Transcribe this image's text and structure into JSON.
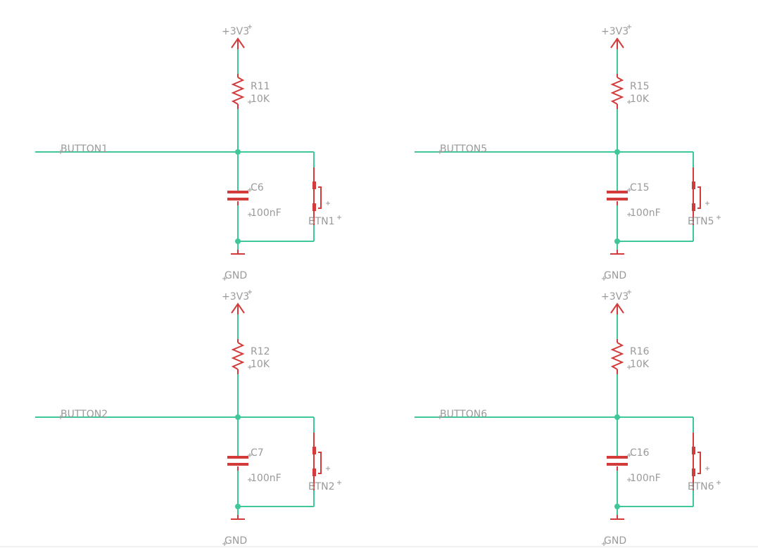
{
  "colors": {
    "wire": "#3ec79a",
    "part": "#d33a3a",
    "text": "#9a9a9a",
    "background": "#ffffff"
  },
  "blocks": [
    {
      "net": "BUTTON1",
      "supply": "+3V3",
      "resistor": "R11",
      "resistor_value": "10K",
      "capacitor": "C6",
      "capacitor_value": "100nF",
      "button": "BTN1",
      "ground": "GND"
    },
    {
      "net": "BUTTON5",
      "supply": "+3V3",
      "resistor": "R15",
      "resistor_value": "10K",
      "capacitor": "C15",
      "capacitor_value": "100nF",
      "button": "BTN5",
      "ground": "GND"
    },
    {
      "net": "BUTTON2",
      "supply": "+3V3",
      "resistor": "R12",
      "resistor_value": "10K",
      "capacitor": "C7",
      "capacitor_value": "100nF",
      "button": "BTN2",
      "ground": "GND"
    },
    {
      "net": "BUTTON6",
      "supply": "+3V3",
      "resistor": "R16",
      "resistor_value": "10K",
      "capacitor": "C16",
      "capacitor_value": "100nF",
      "button": "BTN6",
      "ground": "GND"
    }
  ]
}
